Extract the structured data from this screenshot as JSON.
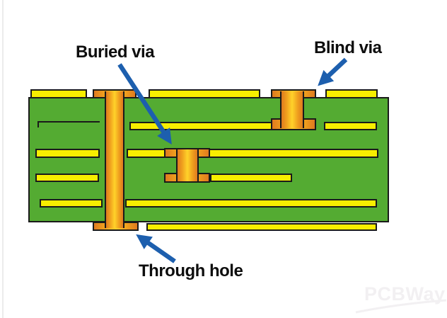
{
  "diagram": {
    "title_labels": {
      "buried": "Buried via",
      "blind": "Blind via",
      "through": "Through hole"
    },
    "watermark": "PCBWay",
    "elements": {
      "board": "multilayer-pcb-cross-section",
      "via_types": [
        "through hole",
        "blind via",
        "buried via"
      ],
      "copper_layer_count": 6
    }
  },
  "colors": {
    "bg": "#ffffff",
    "ink": "#1a1a1a",
    "board-green": "#54ab32",
    "trace-yellow": "#f8ee00",
    "copper-dark": "#df7a1f",
    "copper-mid": "#efa01e",
    "copper-light": "#ffd22a",
    "arrow-blue": "#1d5fae",
    "label-ink": "#0d0d0d",
    "watermark-gray": "#f2f0f2",
    "edge-gray": "#ececec"
  }
}
